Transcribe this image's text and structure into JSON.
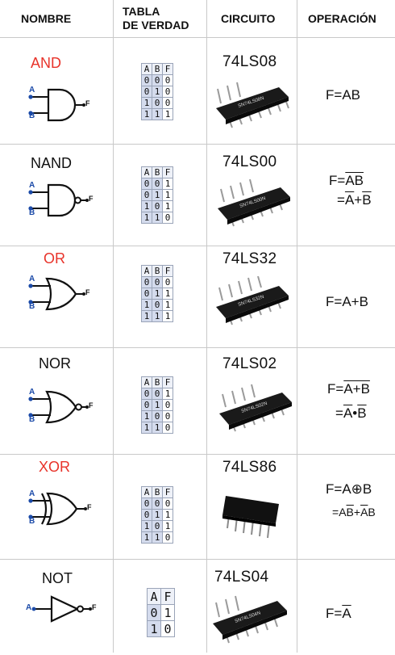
{
  "headers": {
    "nombre": "NOMBRE",
    "tabla_line1": "TABLA",
    "tabla_line2": "DE VERDAD",
    "circuito": "CIRCUITO",
    "operacion": "OPERACIÓN"
  },
  "pin_labels": {
    "a": "A",
    "b": "B",
    "f": "F"
  },
  "gates": [
    {
      "name": "AND",
      "name_color": "#e8332a",
      "chip": "74LS08",
      "table_header": [
        "A",
        "B",
        "F"
      ],
      "rows": [
        [
          "0",
          "0",
          "0"
        ],
        [
          "0",
          "1",
          "0"
        ],
        [
          "1",
          "0",
          "0"
        ],
        [
          "1",
          "1",
          "1"
        ]
      ],
      "op1_prefix": "F=",
      "op1_expr": "AB"
    },
    {
      "name": "NAND",
      "name_color": "#111111",
      "chip": "74LS00",
      "table_header": [
        "A",
        "B",
        "F"
      ],
      "rows": [
        [
          "0",
          "0",
          "1"
        ],
        [
          "0",
          "1",
          "1"
        ],
        [
          "1",
          "0",
          "1"
        ],
        [
          "1",
          "1",
          "0"
        ]
      ],
      "op1_prefix": "F=",
      "op1_expr": "AB",
      "op2_eq": "=",
      "op2_a": "A",
      "op2_op": "+",
      "op2_b": "B"
    },
    {
      "name": "OR",
      "name_color": "#e8332a",
      "chip": "74LS32",
      "table_header": [
        "A",
        "B",
        "F"
      ],
      "rows": [
        [
          "0",
          "0",
          "0"
        ],
        [
          "0",
          "1",
          "1"
        ],
        [
          "1",
          "0",
          "1"
        ],
        [
          "1",
          "1",
          "1"
        ]
      ],
      "op1_prefix": "F=",
      "op1_expr": "A+B"
    },
    {
      "name": "NOR",
      "name_color": "#111111",
      "chip": "74LS02",
      "table_header": [
        "A",
        "B",
        "F"
      ],
      "rows": [
        [
          "0",
          "0",
          "1"
        ],
        [
          "0",
          "1",
          "0"
        ],
        [
          "1",
          "0",
          "0"
        ],
        [
          "1",
          "1",
          "0"
        ]
      ],
      "op1_prefix": "F=",
      "op1_expr": "A+B",
      "op2_eq": "=",
      "op2_a": "A",
      "op2_op": "•",
      "op2_b": "B"
    },
    {
      "name": "XOR",
      "name_color": "#e8332a",
      "chip": "74LS86",
      "table_header": [
        "A",
        "B",
        "F"
      ],
      "rows": [
        [
          "0",
          "0",
          "0"
        ],
        [
          "0",
          "1",
          "1"
        ],
        [
          "1",
          "0",
          "1"
        ],
        [
          "1",
          "1",
          "0"
        ]
      ],
      "op1_prefix": "F=",
      "op1_expr": "A⊕B",
      "op2_eq": "=",
      "op2_a": "A",
      "op2_b1": "B",
      "op2_op": "+",
      "op2_a2": "A",
      "op2_b2": "B"
    },
    {
      "name": "NOT",
      "name_color": "#111111",
      "chip": "74LS04",
      "table_header": [
        "A",
        "F"
      ],
      "rows": [
        [
          "0",
          "1"
        ],
        [
          "1",
          "0"
        ]
      ],
      "op1_prefix": "F=",
      "op1_expr": "A"
    }
  ]
}
